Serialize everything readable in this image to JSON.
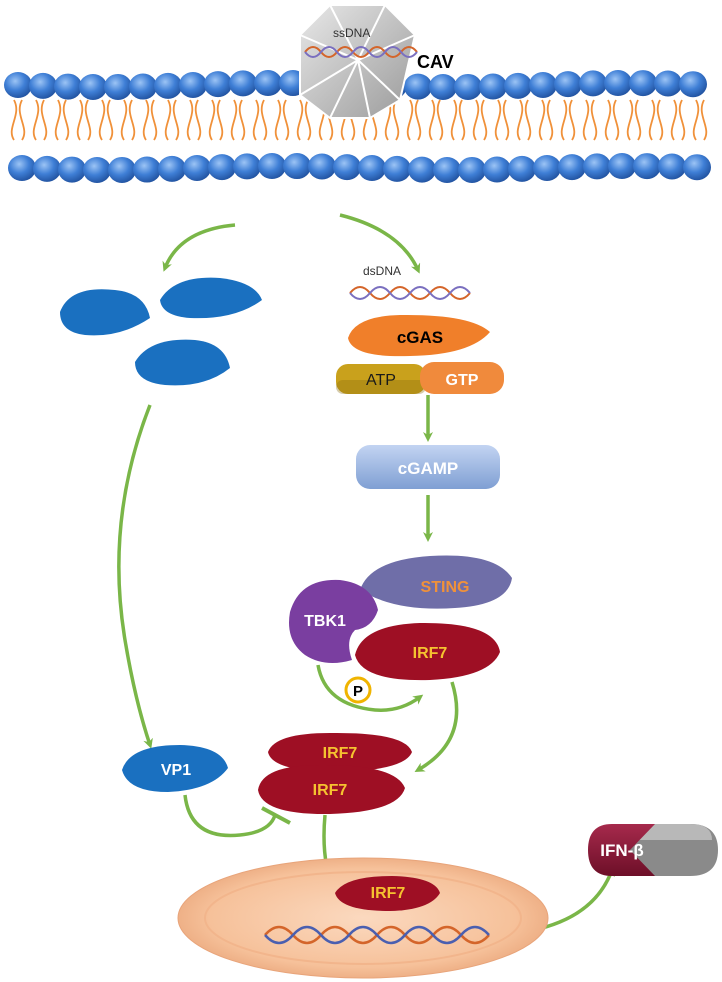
{
  "virus": {
    "genome_label": "ssDNA",
    "name": "CAV"
  },
  "dsdna_label": "dsDNA",
  "proteins": {
    "cgas": "cGAS",
    "atp": "ATP",
    "gtp": "GTP",
    "cgamp": "cGAMP",
    "sting": "STING",
    "tbk1": "TBK1",
    "irf7": "IRF7",
    "phospho": "P",
    "vp1": "VP1",
    "ifn_beta": "IFN-β"
  },
  "colors": {
    "membrane_head": "#3f7fd6",
    "lipid_tail": "#f0913a",
    "arrow": "#7ab648",
    "vp1_blue": "#1a70c0",
    "irf7_red": "#9e0f24",
    "irf7_text": "#f5c230",
    "cgas_orange": "#f07f2a",
    "atp_gold": "#c9a11c",
    "cgamp_blue": "#9fb7e0",
    "sting_purple": "#6f6ea8",
    "tbk1_purple": "#7a3ea0",
    "nucleus": "#f6c6a4",
    "ifn_red": "#8a1535"
  }
}
